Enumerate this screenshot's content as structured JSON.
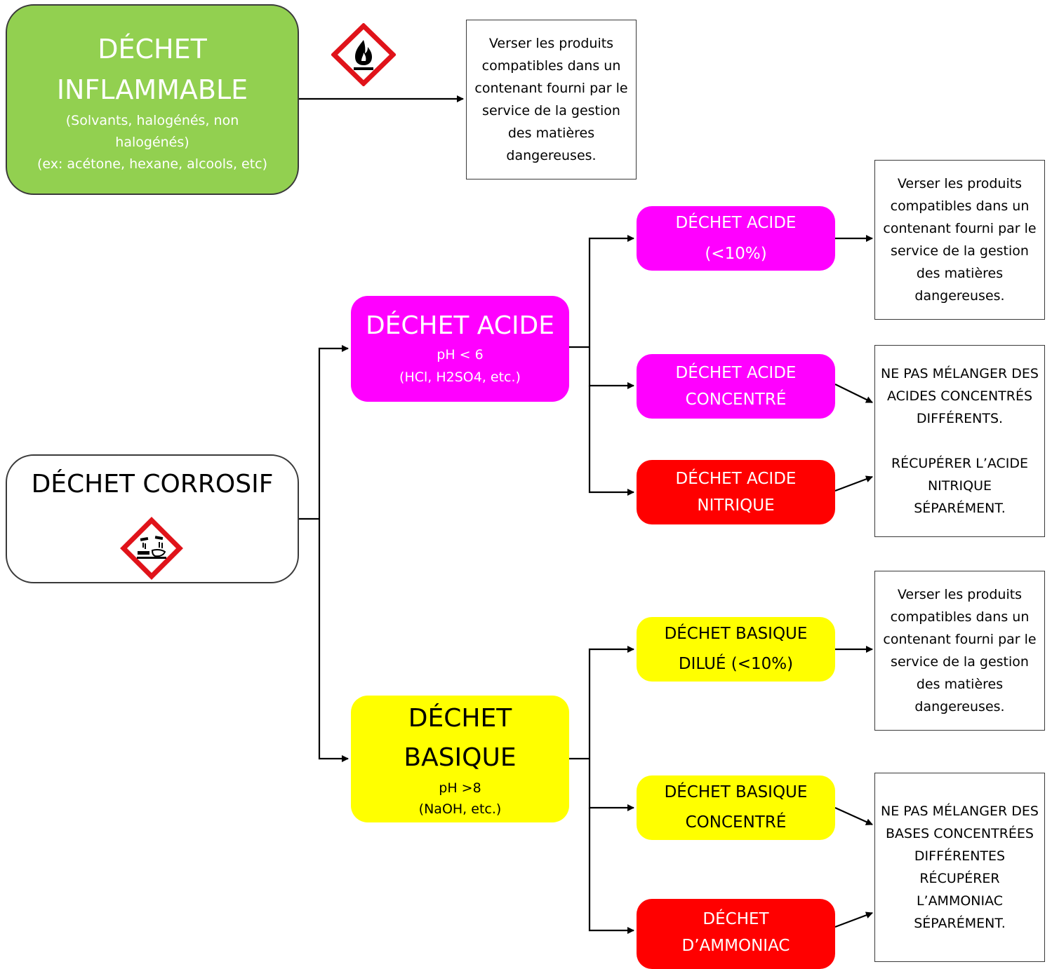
{
  "flammable": {
    "title": "DÉCHET INFLAMMABLE",
    "subtitle": "(Solvants, halogénés, non halogénés)",
    "examples": "(ex: acétone, hexane, alcools, etc)",
    "icon": "flame-hazard-icon"
  },
  "corrosive": {
    "title": "DÉCHET CORROSIF",
    "icon": "corrosive-hazard-icon"
  },
  "acid": {
    "title": "DÉCHET ACIDE",
    "ph": "pH < 6",
    "examples": "(HCl, H2SO4, etc.)"
  },
  "base": {
    "title": "DÉCHET BASIQUE",
    "ph": "pH >8",
    "examples": "(NaOH, etc.)"
  },
  "acid_dilute": {
    "line1": "DÉCHET ACIDE",
    "line2": "(<10%)"
  },
  "acid_conc": {
    "line1": "DÉCHET ACIDE",
    "line2": "CONCENTRÉ"
  },
  "acid_nitric": {
    "line1": "DÉCHET ACIDE",
    "line2": "NITRIQUE"
  },
  "base_dilute": {
    "line1": "DÉCHET BASIQUE",
    "line2": "DILUÉ (<10%)"
  },
  "base_conc": {
    "line1": "DÉCHET BASIQUE",
    "line2": "CONCENTRÉ"
  },
  "ammonia": {
    "line1": "DÉCHET",
    "line2": "D’AMMONIAC"
  },
  "notes": {
    "pour": "Verser les produits compatibles dans un contenant fourni par le service de la gestion des matières dangereuses.",
    "acid_conc": "NE PAS MÉLANGER DES ACIDES CONCENTRÉS DIFFÉRENTS.",
    "acid_nitric": "RÉCUPÉRER L’ACIDE NITRIQUE SÉPARÉMENT.",
    "base_conc": "NE PAS MÉLANGER DES BASES CONCENTRÉES DIFFÉRENTES RÉCUPÉRER L’AMMONIAC SÉPARÉMENT."
  },
  "colors": {
    "flammable": "#92d050",
    "acid": "#ff00ff",
    "warning": "#ff0000",
    "base": "#ffff00"
  }
}
